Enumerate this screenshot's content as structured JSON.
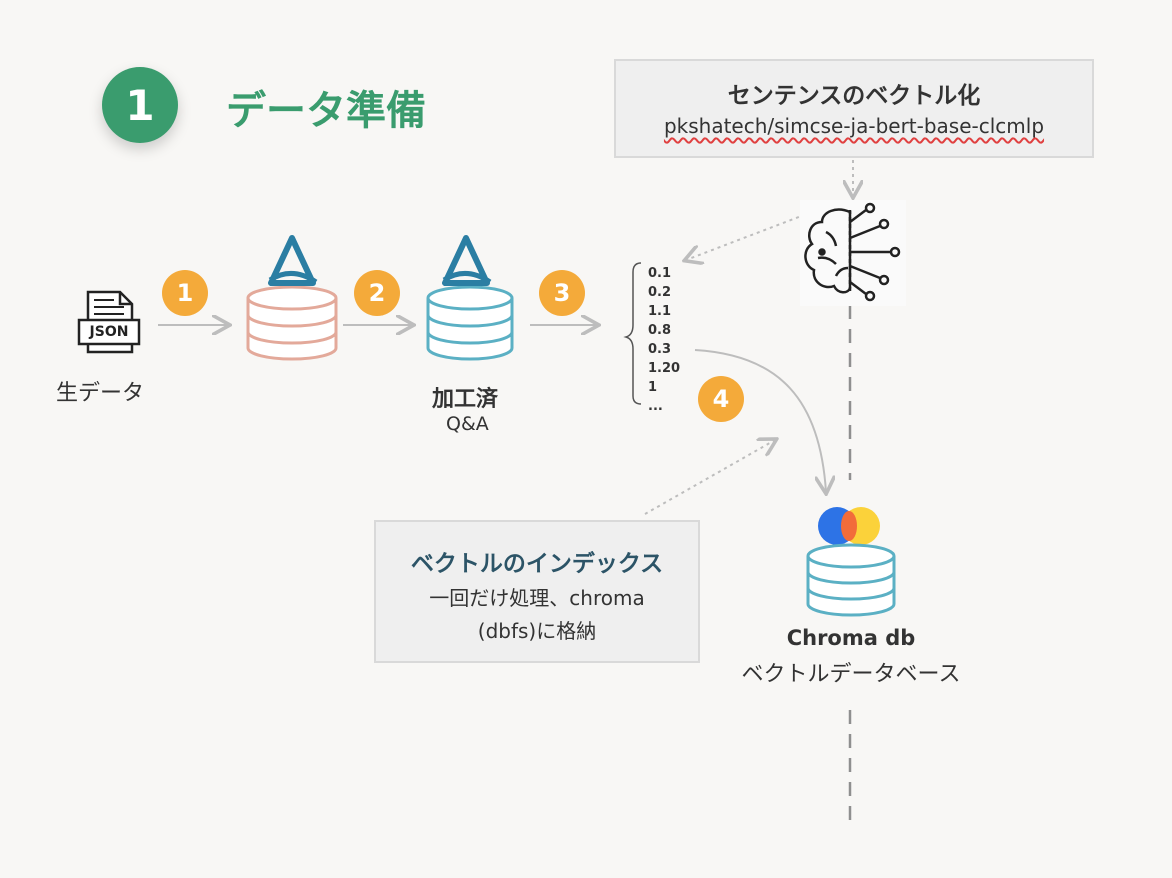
{
  "header": {
    "step_number": "1",
    "title": "データ準備"
  },
  "embedding": {
    "title": "センテンスのベクトル化",
    "model": "pkshatech/simcse-ja-bert-base-clcmlp"
  },
  "flow_steps": [
    "1",
    "2",
    "3",
    "4"
  ],
  "json_icon_text": "JSON",
  "raw_data_label": "生データ",
  "processed": {
    "title": "加工済",
    "subtitle": "Q&A"
  },
  "vector_values": [
    "0.1",
    "0.2",
    "1.1",
    "0.8",
    "0.3",
    "1.20",
    "1",
    "..."
  ],
  "index_box": {
    "title": "ベクトルのインデックス",
    "line1": "一回だけ処理、chroma",
    "line2": "(dbfs)に格納"
  },
  "chroma": {
    "title": "Chroma db",
    "subtitle": "ベクトルデータベース"
  },
  "colors": {
    "green": "#3a9c6e",
    "orange": "#f4aa3a",
    "salmon_db": "#e3a99a",
    "teal_db": "#5bb0c4",
    "logo_blue": "#2b7ea3"
  }
}
